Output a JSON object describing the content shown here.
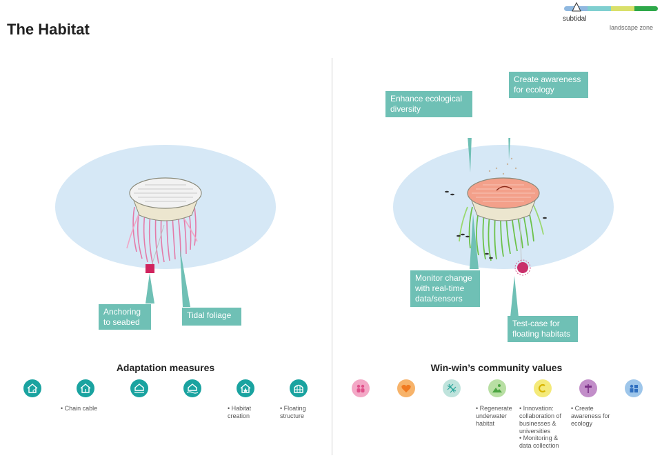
{
  "header": {
    "title": "The Habitat",
    "zone_indicator": {
      "current_zone": "subtidal",
      "legend_label": "landscape zone",
      "colors": [
        "#8fb8e0",
        "#7fcfd0",
        "#d9e06a",
        "#2ea84a"
      ]
    }
  },
  "left_panel": {
    "callouts": {
      "anchoring": "Anchoring to seabed",
      "foliage": "Tidal foliage"
    },
    "section_title": "Adaptation measures",
    "icons": [
      {
        "icon": "house-gears-icon",
        "note": ""
      },
      {
        "icon": "house-anchor-icon",
        "note": "• Chain cable"
      },
      {
        "icon": "house-raised-icon",
        "note": ""
      },
      {
        "icon": "house-floating-icon",
        "note": ""
      },
      {
        "icon": "house-star-icon",
        "note": "• Habitat creation"
      },
      {
        "icon": "greenhouse-icon",
        "note": "• Floating structure"
      }
    ]
  },
  "right_panel": {
    "callouts": {
      "diversity": "Enhance ecological diversity",
      "awareness": "Create awareness for ecology",
      "monitor": "Monitor change with real-time data/sensors",
      "testcase": "Test-case for floating habitats"
    },
    "section_title": "Win-win’s community values",
    "icons": [
      {
        "icon": "people-icon",
        "color": "#f3a8c6"
      },
      {
        "icon": "heart-icon",
        "color": "#f7b36a"
      },
      {
        "icon": "map-grid-icon",
        "color": "#bfe3dc"
      },
      {
        "icon": "landscape-icon",
        "color": "#b8dfa3"
      },
      {
        "icon": "innovation-icon",
        "color": "#f4ea7a"
      },
      {
        "icon": "signpost-icon",
        "color": "#c28ec9"
      },
      {
        "icon": "community-icon",
        "color": "#9ec6ea"
      }
    ],
    "notes": {
      "regenerate": "• Regenerate underwater habitat",
      "innovation": "• Innovation: collaboration of businesses & universities",
      "monitoring": "• Monitoring & data collection",
      "awareness": "• Create awareness for ecology"
    }
  }
}
